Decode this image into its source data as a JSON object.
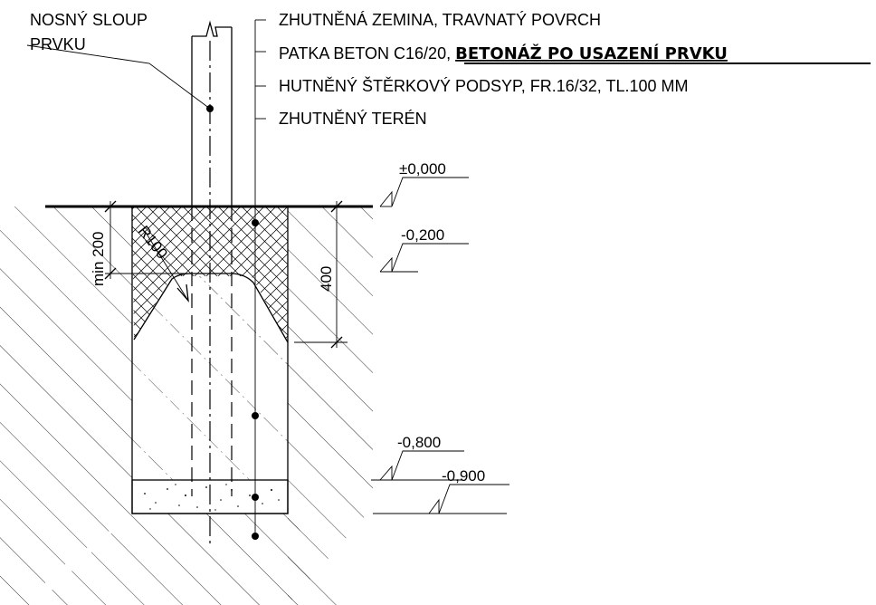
{
  "labels": {
    "post_line1": "NOSNÝ SLOUP",
    "post_line2": "PRVKU",
    "layer1": "ZHUTNĚNÁ ZEMINA, TRAVNATÝ POVRCH",
    "layer2_prefix": "PATKA BETON C16/20, ",
    "layer2_emphasis": "BETONÁŽ PO USAZENÍ PRVKU",
    "layer3": "HUTNĚNÝ ŠTĚRKOVÝ PODSYP,  FR.16/32, TL.100 MM",
    "layer4": "ZHUTNĚNÝ TERÉN"
  },
  "levels": {
    "ground": "±0,000",
    "topsoil": "-0,200",
    "footing_bottom": "-0,800",
    "gravel_bottom": "-0,900"
  },
  "dimensions": {
    "min_cover": "min 200",
    "radius": "R100",
    "depth": "400"
  }
}
